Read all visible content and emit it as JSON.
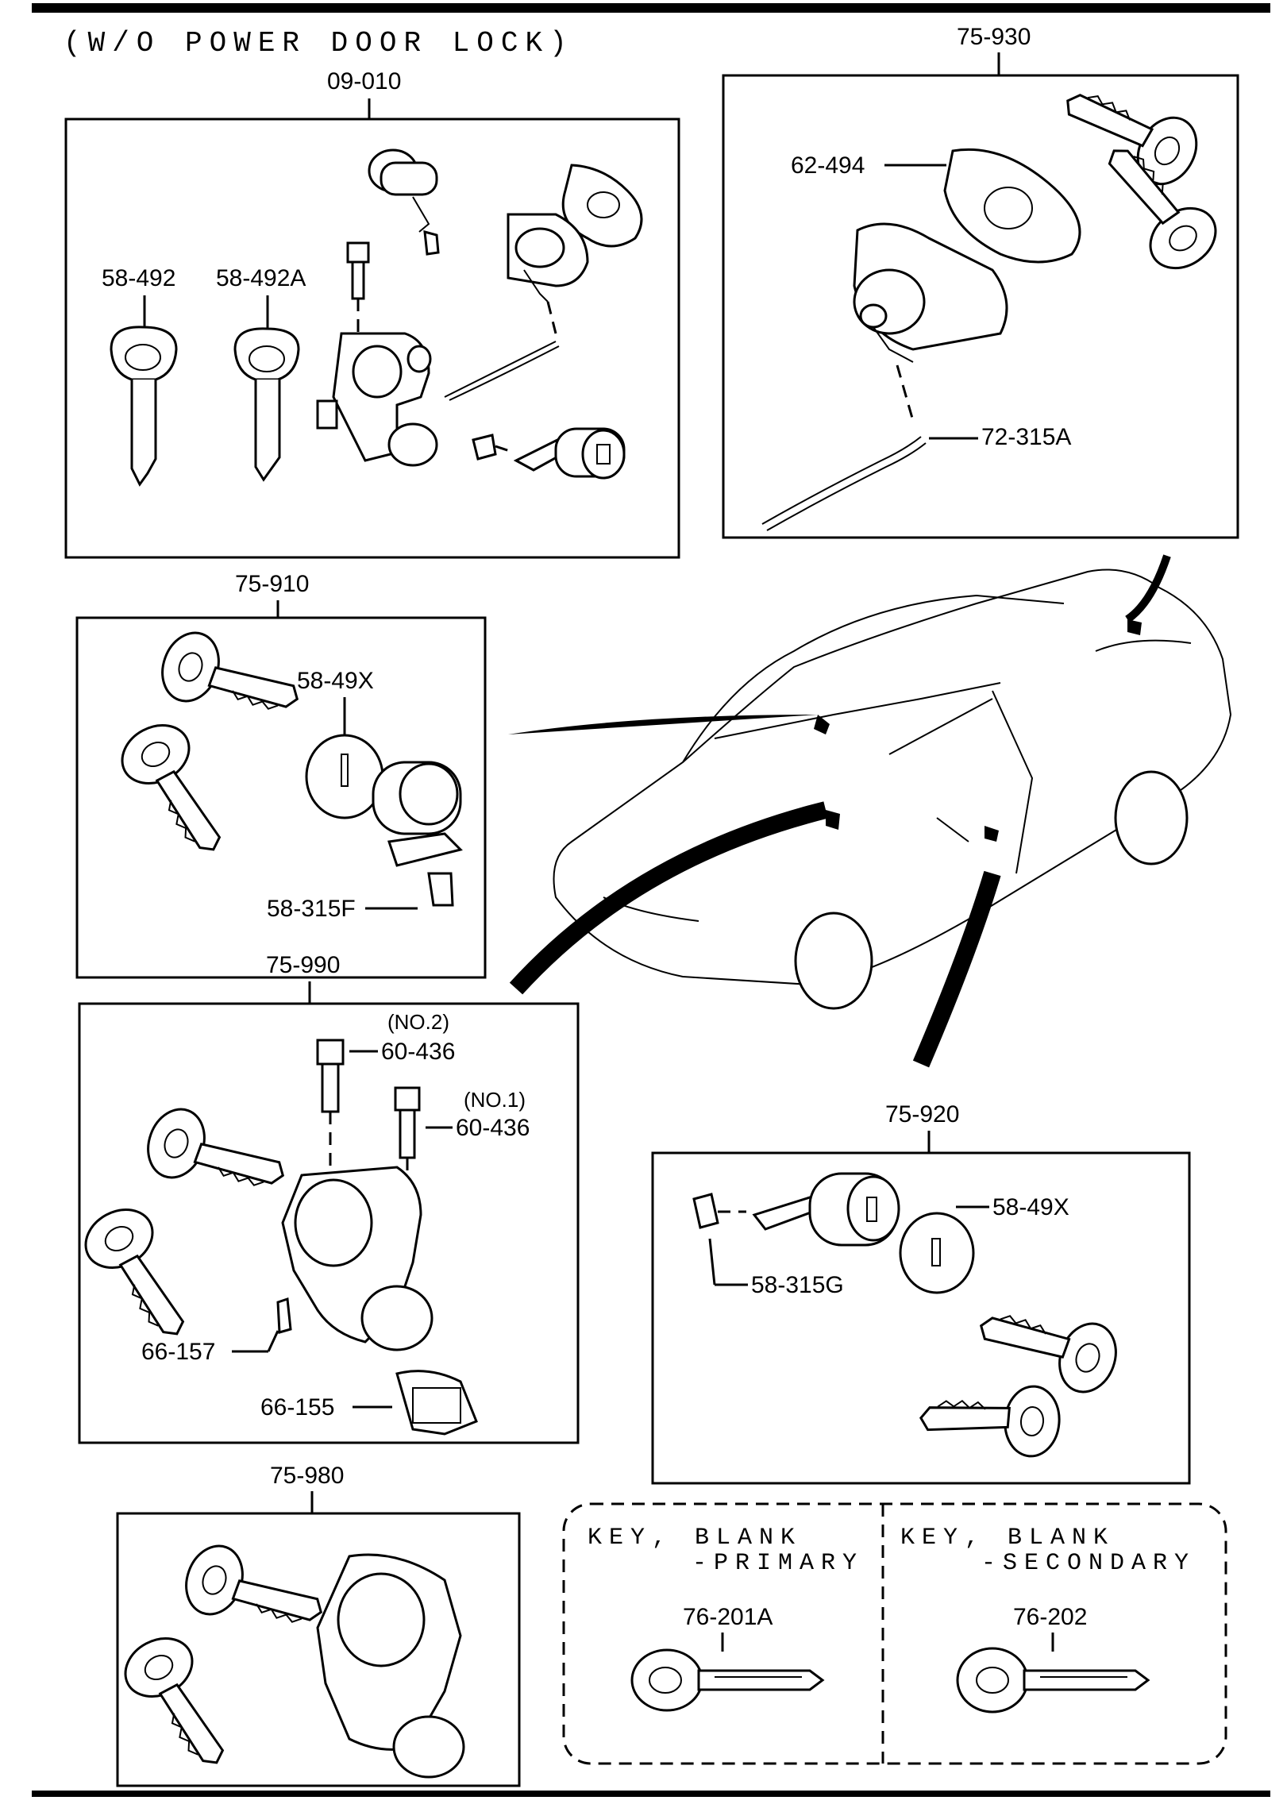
{
  "header": {
    "title": "(W/O POWER DOOR LOCK)"
  },
  "groups": {
    "g09010": "09-010",
    "g75930": "75-930",
    "g75910": "75-910",
    "g75990": "75-990",
    "g75920": "75-920",
    "g75980": "75-980"
  },
  "parts": {
    "p58492": "58-492",
    "p58492A": "58-492A",
    "p62494": "62-494",
    "p72315A": "72-315A",
    "p5849X_a": "58-49X",
    "p58315F": "58-315F",
    "p60436_no2": "60-436",
    "no2": "(NO.2)",
    "p60436_no1": "60-436",
    "no1": "(NO.1)",
    "p66157": "66-157",
    "p66155": "66-155",
    "p5849X_b": "58-49X",
    "p58315G": "58-315G",
    "p76201A": "76-201A",
    "p76202": "76-202"
  },
  "blank_keys": {
    "primary_line1": "KEY, BLANK",
    "primary_line2": "-PRIMARY",
    "secondary_line1": "KEY, BLANK",
    "secondary_line2": "-SECONDARY"
  }
}
